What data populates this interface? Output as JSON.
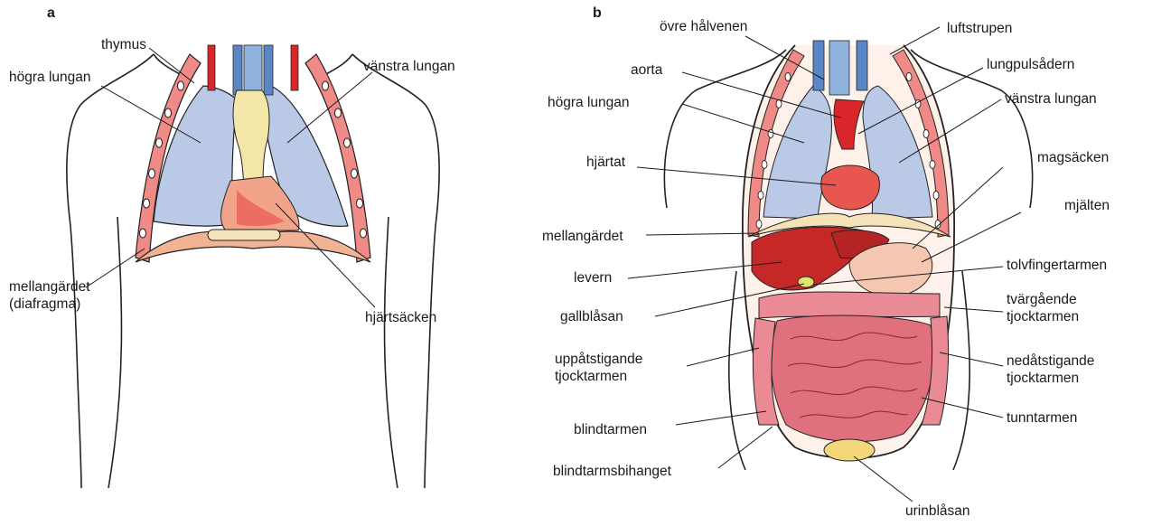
{
  "panels": {
    "a": {
      "letter": "a",
      "labels": {
        "thymus": "thymus",
        "right_lung": "högra lungan",
        "left_lung": "vänstra lungan",
        "diaphragm": "mellangärdet\n(diafragma)",
        "pericardium": "hjärtsäcken"
      }
    },
    "b": {
      "letter": "b",
      "labels": {
        "svc": "övre hålvenen",
        "trachea": "luftstrupen",
        "aorta": "aorta",
        "pulm_artery": "lungpulsådern",
        "right_lung": "högra lungan",
        "left_lung": "vänstra lungan",
        "heart": "hjärtat",
        "stomach": "magsäcken",
        "spleen": "mjälten",
        "diaphragm": "mellangärdet",
        "liver": "levern",
        "duodenum": "tolvfingertarmen",
        "gallbladder": "gallblåsan",
        "transverse_colon": "tvärgående\ntjocktarmen",
        "ascending_colon": "uppåtstigande\ntjocktarmen",
        "descending_colon": "nedåtstigande\ntjocktarmen",
        "cecum": "blindtarmen",
        "small_intestine": "tunntarmen",
        "appendix": "blindtarmsbihanget",
        "bladder": "urinblåsan"
      }
    }
  },
  "colors": {
    "lung": "#b9c9e6",
    "vein": "#5b86c6",
    "artery": "#d8262a",
    "heart": "#e8574f",
    "liver": "#c62828",
    "intestine": "#e98a95",
    "stomach": "#f6c7b0",
    "ribwall": "#f08a86",
    "bladder": "#f3d77a",
    "thymus": "#f4e6a8"
  }
}
